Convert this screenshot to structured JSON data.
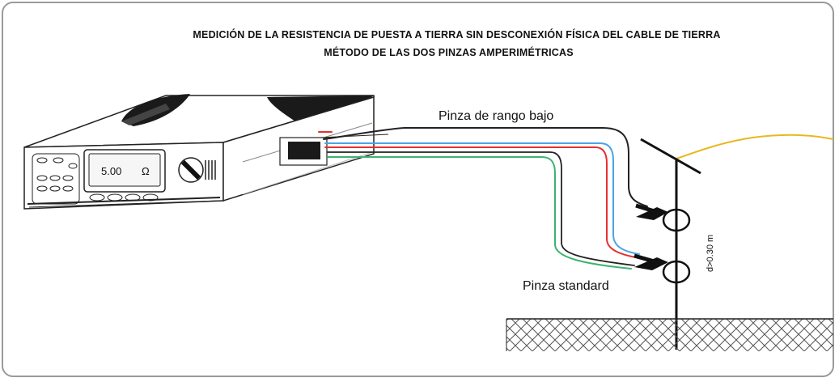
{
  "diagram": {
    "title_line1": "MEDICIÓN DE LA RESISTENCIA DE PUESTA A TIERRA SIN DESCONEXIÓN FÍSICA DEL CABLE DE TIERRA",
    "title_line2": "MÉTODO DE LAS DOS PINZAS AMPERIMÉTRICAS",
    "clamp_low_range_label": "Pinza de rango bajo",
    "clamp_standard_label": "Pinza standard",
    "distance_label": "d>0.30 m",
    "meter_display_value": "5.00",
    "meter_display_unit": "Ω"
  },
  "colors": {
    "frame": "#9a9a9a",
    "cable_black": "#222222",
    "cable_blue": "#4aa3e8",
    "cable_red": "#e53030",
    "cable_green": "#3cb371",
    "ground_wire": "#e8b820",
    "soil_hatch": "#555555"
  }
}
